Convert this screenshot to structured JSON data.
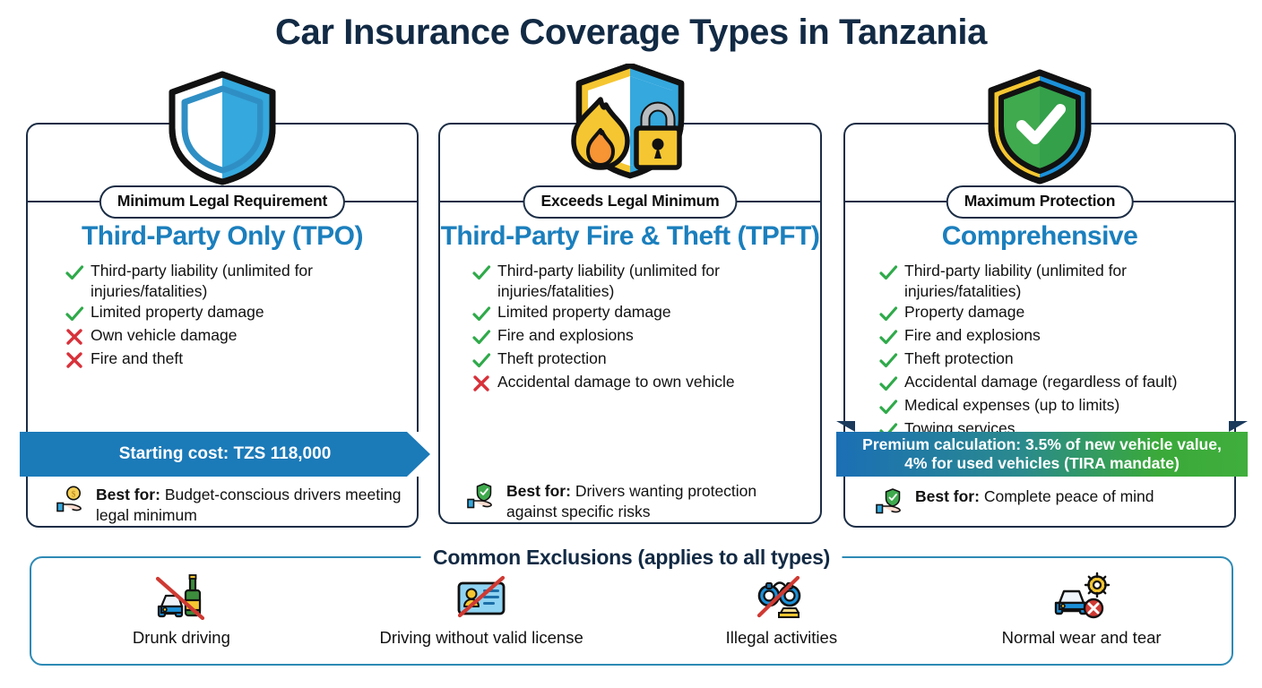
{
  "title": "Car Insurance Coverage Types in Tanzania",
  "colors": {
    "title_navy": "#122a44",
    "card_border": "#1b2d45",
    "card_title_blue": "#1b7fbd",
    "ribbon_blue": "#1b7ab8",
    "ribbon_green": "#3aa93a",
    "check_green": "#2faa4a",
    "cross_red": "#d8313a",
    "exclusion_border": "#2d8ab5"
  },
  "cards": [
    {
      "icon": "shield-half-blue-icon",
      "badge": "Minimum Legal Requirement",
      "title": "Third-Party Only (TPO)",
      "features": [
        {
          "mark": "check",
          "text": "Third-party liability (unlimited for injuries/fatalities)"
        },
        {
          "mark": "check",
          "text": "Limited property damage"
        },
        {
          "mark": "cross",
          "text": "Own vehicle damage"
        },
        {
          "mark": "cross",
          "text": "Fire and theft"
        }
      ],
      "ribbon": "Starting cost: TZS 118,000",
      "bestfor_icon": "hand-holding-coin-icon",
      "bestfor_label": "Best for:",
      "bestfor_text": "Budget-conscious drivers meeting legal minimum"
    },
    {
      "icon": "shield-fire-lock-icon",
      "badge": "Exceeds Legal Minimum",
      "title": "Third-Party Fire & Theft (TPFT)",
      "features": [
        {
          "mark": "check",
          "text": "Third-party liability (unlimited for injuries/fatalities)"
        },
        {
          "mark": "check",
          "text": "Limited property damage"
        },
        {
          "mark": "check",
          "text": "Fire and explosions"
        },
        {
          "mark": "check",
          "text": "Theft protection"
        },
        {
          "mark": "cross",
          "text": "Accidental damage to own vehicle"
        }
      ],
      "ribbon": null,
      "bestfor_icon": "hand-holding-shield-icon",
      "bestfor_label": "Best for:",
      "bestfor_text": "Drivers wanting protection against specific risks"
    },
    {
      "icon": "shield-green-check-icon",
      "badge": "Maximum Protection",
      "title": "Comprehensive",
      "features": [
        {
          "mark": "check",
          "text": "Third-party liability (unlimited for injuries/fatalities)"
        },
        {
          "mark": "check",
          "text": "Property damage"
        },
        {
          "mark": "check",
          "text": "Fire and explosions"
        },
        {
          "mark": "check",
          "text": "Theft protection"
        },
        {
          "mark": "check",
          "text": "Accidental damage (regardless of fault)"
        },
        {
          "mark": "check",
          "text": "Medical expenses (up to limits)"
        },
        {
          "mark": "check",
          "text": "Towing services"
        }
      ],
      "ribbon_line1": "Premium calculation: 3.5% of new vehicle value,",
      "ribbon_line2": "4% for used vehicles (TIRA mandate)",
      "bestfor_icon": "hand-holding-shield-icon",
      "bestfor_label": "Best for:",
      "bestfor_text": "Complete peace of mind"
    }
  ],
  "exclusions": {
    "title": "Common Exclusions (applies to all types)",
    "items": [
      {
        "icon": "no-drunk-driving-icon",
        "label": "Drunk driving"
      },
      {
        "icon": "no-license-icon",
        "label": "Driving without valid license"
      },
      {
        "icon": "no-illegal-activities-icon",
        "label": "Illegal activities"
      },
      {
        "icon": "wear-and-tear-icon",
        "label": "Normal wear and tear"
      }
    ]
  }
}
